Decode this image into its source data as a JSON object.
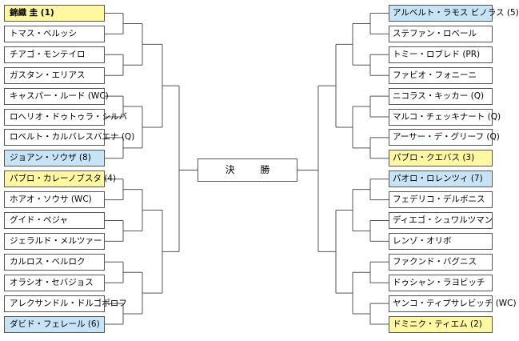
{
  "final_label": "決 勝",
  "colors": {
    "seed_yellow": "#fff8a0",
    "seed_blue": "#c6e4f5",
    "line": "#555555"
  },
  "left": [
    {
      "name": "錦織 圭 (1)",
      "seed": "yellow"
    },
    {
      "name": "トマス・ベルッシ",
      "seed": ""
    },
    {
      "name": "チアゴ・モンテイロ",
      "seed": ""
    },
    {
      "name": "ガスタン・エリアス",
      "seed": ""
    },
    {
      "name": "キャスパー・ルード (WC)",
      "seed": ""
    },
    {
      "name": "ロへリオ・ドゥトゥラ・シルバ",
      "seed": ""
    },
    {
      "name": "ロベルト・カルバレスバエナ (Q)",
      "seed": ""
    },
    {
      "name": "ジョアン・ソウザ (8)",
      "seed": "blue"
    },
    {
      "name": "パブロ・カレーノブスタ (4)",
      "seed": "yellow"
    },
    {
      "name": "ホアオ・ソウサ (WC)",
      "seed": ""
    },
    {
      "name": "グイド・ペジャ",
      "seed": ""
    },
    {
      "name": "ジェラルド・メルツァー",
      "seed": ""
    },
    {
      "name": "カルロス・ベルロク",
      "seed": ""
    },
    {
      "name": "オラシオ・セバジョス",
      "seed": ""
    },
    {
      "name": "アレクサンドル・ドルゴポロフ",
      "seed": ""
    },
    {
      "name": "ダビド・フェレール (6)",
      "seed": "blue"
    }
  ],
  "right": [
    {
      "name": "アルベルト・ラモス ビノラス (5)",
      "seed": "blue"
    },
    {
      "name": "ステファン・ロベール",
      "seed": ""
    },
    {
      "name": "トミー・ロブレド (PR)",
      "seed": ""
    },
    {
      "name": "ファビオ・フォニーニ",
      "seed": ""
    },
    {
      "name": "ニコラス・キッカー (Q)",
      "seed": ""
    },
    {
      "name": "マルコ・チェッキナート (Q)",
      "seed": ""
    },
    {
      "name": "アーサー・デ・グリーフ (Q)",
      "seed": ""
    },
    {
      "name": "パブロ・クエバス (3)",
      "seed": "yellow"
    },
    {
      "name": "パオロ・ロレンツィ (7)",
      "seed": "blue"
    },
    {
      "name": "フェデリコ・デルボニス",
      "seed": ""
    },
    {
      "name": "ディエゴ・シュワルツマン",
      "seed": ""
    },
    {
      "name": "レンゾ・オリボ",
      "seed": ""
    },
    {
      "name": "ファクンド・バグニス",
      "seed": ""
    },
    {
      "name": "ドゥシャン・ラヨビッチ",
      "seed": ""
    },
    {
      "name": "ヤンコ・ティプサレビッチ (WC)",
      "seed": ""
    },
    {
      "name": "ドミニク・ティエム (2)",
      "seed": "yellow"
    }
  ]
}
